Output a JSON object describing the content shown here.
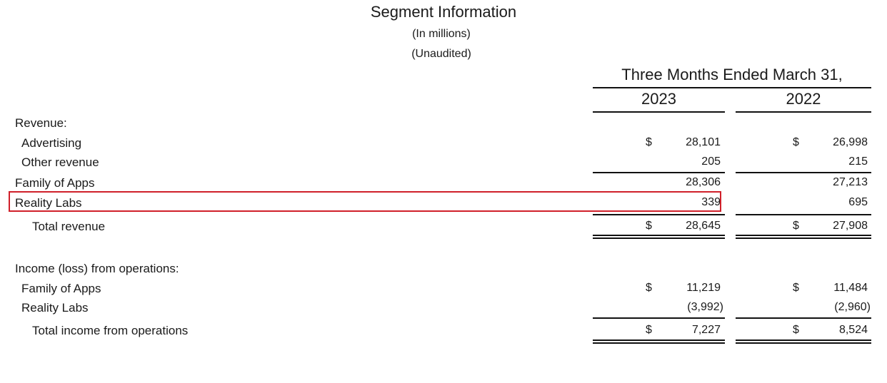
{
  "header": {
    "title": "Segment Information",
    "units": "(In millions)",
    "audit": "(Unaudited)",
    "period": "Three Months Ended March 31,",
    "years": [
      "2023",
      "2022"
    ]
  },
  "colors": {
    "highlight": "#d0202a",
    "rule": "#111111"
  },
  "rows": [
    {
      "label": "Revenue:",
      "v2023": "",
      "v2022": "",
      "cur2023": "",
      "cur2022": ""
    },
    {
      "label": "Advertising",
      "v2023": "28,101",
      "v2022": "26,998",
      "cur2023": "$",
      "cur2022": "$"
    },
    {
      "label": "Other revenue",
      "v2023": "205",
      "v2022": "215",
      "cur2023": "",
      "cur2022": ""
    },
    {
      "label": "Family of Apps",
      "v2023": "28,306",
      "v2022": "27,213",
      "cur2023": "",
      "cur2022": ""
    },
    {
      "label": "Reality Labs",
      "v2023": "339",
      "v2022": "695",
      "cur2023": "",
      "cur2022": ""
    },
    {
      "label": "Total revenue",
      "v2023": "28,645",
      "v2022": "27,908",
      "cur2023": "$",
      "cur2022": "$"
    },
    {
      "label": "Income (loss) from operations:",
      "v2023": "",
      "v2022": "",
      "cur2023": "",
      "cur2022": ""
    },
    {
      "label": "Family of Apps",
      "v2023": "11,219",
      "v2022": "11,484",
      "cur2023": "$",
      "cur2022": "$"
    },
    {
      "label": "Reality Labs",
      "v2023": "(3,992)",
      "v2022": "(2,960)",
      "cur2023": "",
      "cur2022": ""
    },
    {
      "label": "Total income from operations",
      "v2023": "7,227",
      "v2022": "8,524",
      "cur2023": "$",
      "cur2022": "$"
    }
  ]
}
